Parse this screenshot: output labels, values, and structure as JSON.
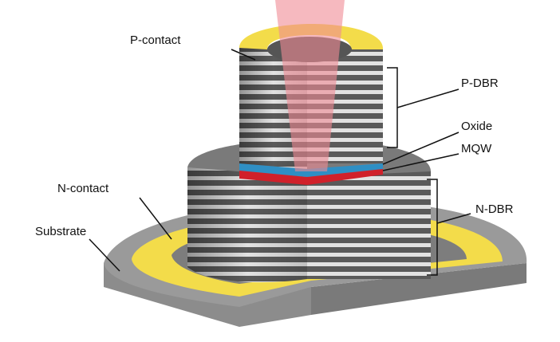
{
  "diagram": {
    "labels": {
      "p_contact": "P-contact",
      "p_dbr": "P-DBR",
      "oxide": "Oxide",
      "mqw": "MQW",
      "n_dbr": "N-DBR",
      "n_contact": "N-contact",
      "substrate": "Substrate"
    },
    "colors": {
      "contact": "#f3dc4a",
      "oxide": "#2f8fc4",
      "mqw": "#d0202a",
      "dbr_dark": "#5a5a5a",
      "dbr_light": "#e2e2e2",
      "substrate": "#8a8a8a",
      "beam": "#f08a95"
    }
  }
}
